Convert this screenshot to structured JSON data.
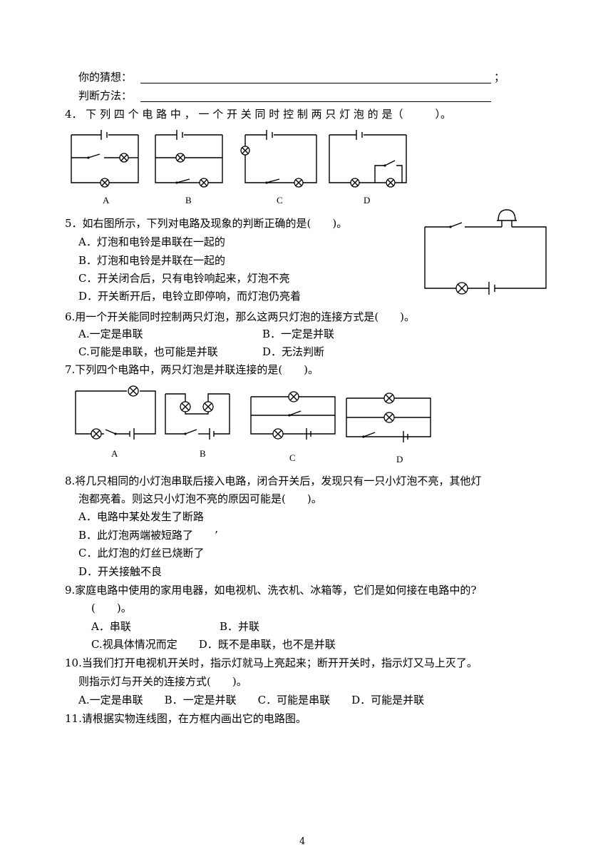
{
  "q3": {
    "guess_label": "你的猜想：",
    "guess_end": "；",
    "method_label": "判断方法："
  },
  "q4": {
    "stem": "4． 下 列 四 个 电 路 中 ， 一 个 开 关 同 时 控 制 两 只 灯 泡 的 是（　　　）。",
    "labels": [
      "A",
      "B",
      "C",
      "D"
    ]
  },
  "q5": {
    "stem": "5．如右图所示，下列对电路及现象的判断正确的是(　　)。",
    "options": [
      "A．灯泡和电铃是串联在一起的",
      "B．灯泡和电铃是并联在一起的",
      "C．开关闭合后，只有电铃响起来，灯泡不亮",
      "D．开关断开后，电铃立即停响，而灯泡仍亮着"
    ]
  },
  "q6": {
    "stem": "6.用一个开关能同时控制两只灯泡，那么这两只灯泡的连接方式是(　　)。",
    "row1a": "A.一定是串联",
    "row1b": "B．一定是并联",
    "row2a": "C.可能是串联，也可能是并联",
    "row2b": "D．无法判断"
  },
  "q7": {
    "stem": "7.下列四个电路中，两只灯泡是并联连接的是(　　)。",
    "labels": [
      "A",
      "B",
      "C",
      "D"
    ]
  },
  "q8": {
    "stem1": "8.将几只相同的小灯泡串联后接入电路，闭合开关后，发现只有一只小灯泡不亮，其他灯",
    "stem2": "泡都亮着。则这只小灯泡不亮的原因可能是(　　)。",
    "options": [
      "A．电路中某处发生了断路",
      "B．此灯泡两端被短路了　　’",
      "C．此灯泡的灯丝已烧断了",
      "D．开关接触不良"
    ]
  },
  "q9": {
    "stem1": "9.家庭电路中使用的家用电器，如电视机、洗衣机、冰箱等，它们是如何接在电路中的?",
    "stem2": "(　　)。",
    "row1a": "A．串联",
    "row1b": "B．并联",
    "row2": "C.视具体情况而定　　D．既不是串联，也不是并联"
  },
  "q10": {
    "stem1": "10.当我们打开电视机开关时，指示灯就马上亮起来；断开开关时，指示灯又马上灭了。",
    "stem2": "则指示灯与开关的连接方式(　　)。",
    "options": "A.一定是串联　　B．一定是并联　　C．可能是串联　　D．可能是并联"
  },
  "q11": {
    "stem": "11.请根据实物连线图，在方框内画出它的电路图。"
  },
  "page_number": "4"
}
